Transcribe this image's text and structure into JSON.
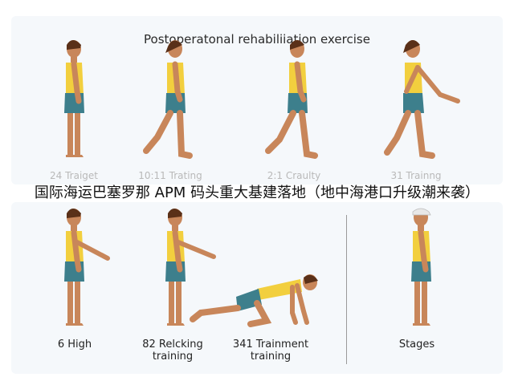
{
  "title": "Postoperatonal rehabiliiation exercise",
  "top_captions": [
    "24 Traiget",
    "10:11 Trating",
    "2:1 Craulty",
    "31 Trainng"
  ],
  "banner_text": "国际海运巴塞罗那 APM 码头重大基建落地（地中海港口升级潮来袭）",
  "bottom_captions": [
    {
      "line1": "6 High",
      "line2": ""
    },
    {
      "line1": "82 Relcking",
      "line2": "training"
    },
    {
      "line1": "341 Trainment",
      "line2": "training"
    },
    {
      "line1": "Stages",
      "line2": ""
    }
  ],
  "colors": {
    "skin": "#c8865a",
    "shirt": "#f2cf3e",
    "shorts": "#3d7f8c",
    "hair": "#5a3018",
    "cap": "#e8e8e8"
  }
}
